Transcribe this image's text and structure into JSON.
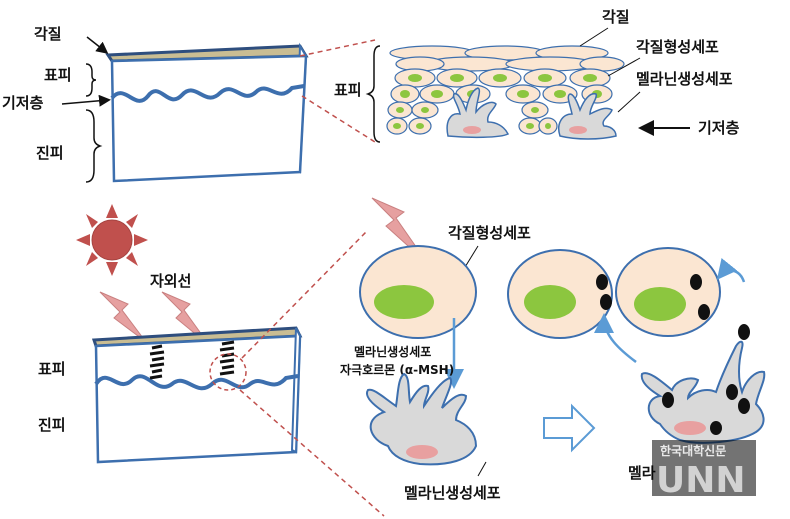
{
  "labels": {
    "top_left": {
      "stratum_corneum": "각질",
      "epidermis": "표피",
      "basal_layer": "기저층",
      "dermis": "진피"
    },
    "top_right": {
      "stratum_corneum": "각질",
      "keratinocyte": "각질형성세포",
      "melanocyte": "멜라닌생성세포",
      "epidermis": "표피",
      "basal_layer": "기저층"
    },
    "bottom_left": {
      "uv": "자외선",
      "epidermis": "표피",
      "dermis": "진피"
    },
    "bottom_right": {
      "keratinocyte": "각질형성세포",
      "msh_line1": "멜라닌생성세포",
      "msh_line2": "자극호르몬 (α-MSH)",
      "melanocyte": "멜라닌생성세포",
      "melanocyte_cut": "멜라"
    }
  },
  "watermark": {
    "line1": "한국대학신문",
    "line2": "UNN"
  },
  "colors": {
    "outline": "#3d6fae",
    "skin_top": "#c9bd93",
    "keratinocyte_fill": "#fbe6d2",
    "nucleus": "#8cc63f",
    "melanocyte_fill": "#d9d9d9",
    "melanocyte_nucleus": "#e8a0a0",
    "sun": "#c0504d",
    "lightning": "#e6a0a0",
    "dashed_line": "#c0504d",
    "arrow_blue": "#5b9bd5"
  }
}
